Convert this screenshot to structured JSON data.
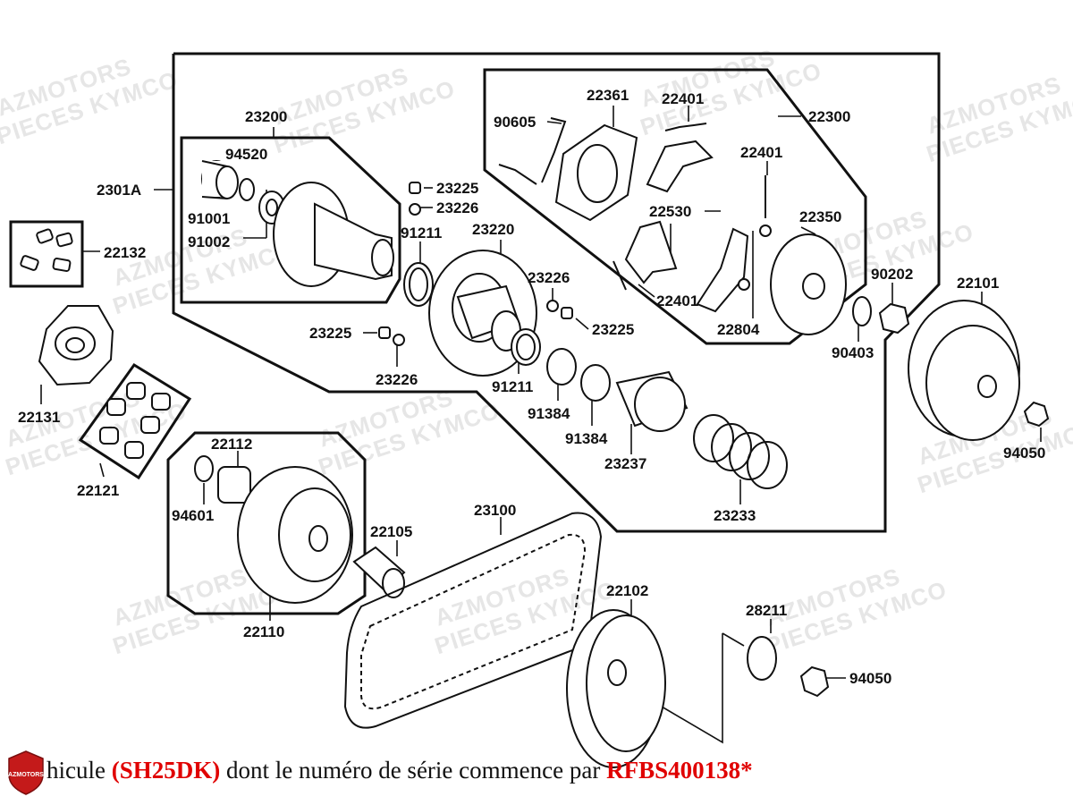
{
  "watermark": {
    "line1": "AZMOTORS",
    "line2": "PIECES KYMCO"
  },
  "parts": {
    "p23200": "23200",
    "p94520": "94520",
    "p91001": "91001",
    "p91002": "91002",
    "p2301A": "2301A",
    "p22132": "22132",
    "p22131": "22131",
    "p22121": "22121",
    "p23225a": "23225",
    "p23226a": "23226",
    "p91211a": "91211",
    "p23220": "23220",
    "p23226b": "23226",
    "p23225b": "23225",
    "p23225c": "23225",
    "p23226c": "23226",
    "p91211b": "91211",
    "p91384a": "91384",
    "p91384b": "91384",
    "p23237": "23237",
    "p23233": "23233",
    "p90605": "90605",
    "p22361": "22361",
    "p22401a": "22401",
    "p22300": "22300",
    "p22401b": "22401",
    "p22530": "22530",
    "p22350": "22350",
    "p22401c": "22401",
    "p22804": "22804",
    "p90202": "90202",
    "p90403": "90403",
    "p22101": "22101",
    "p94050a": "94050",
    "p22112": "22112",
    "p94601": "94601",
    "p22105": "22105",
    "p22110": "22110",
    "p23100": "23100",
    "p22102": "22102",
    "p28211": "28211",
    "p94050b": "94050"
  },
  "footer": {
    "text1": "hicule ",
    "model": "(SH25DK)",
    "text2": " dont le numéro de série commence par ",
    "serial": "RFBS400138*"
  },
  "logo": {
    "text": "AZMOTORS"
  },
  "colors": {
    "accent_red": "#e00000",
    "logo_red": "#c41a1a",
    "watermark": "#e6e6e6"
  }
}
